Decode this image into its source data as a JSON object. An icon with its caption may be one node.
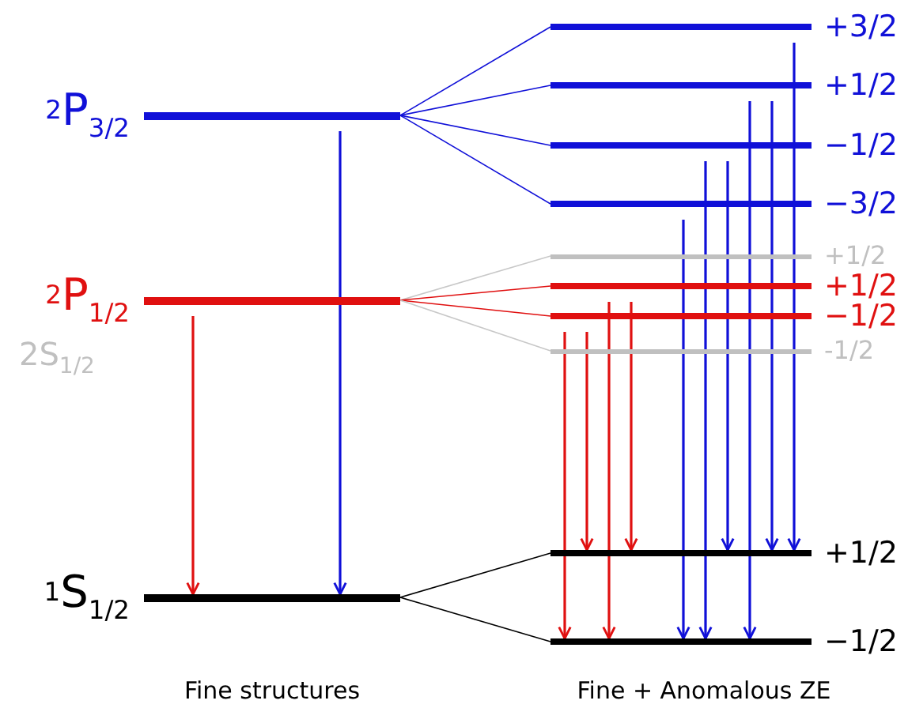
{
  "diagram": {
    "nodes": [
      {
        "text": [
          "$^{2}$P$_{3/2}$"
        ]
      },
      {
        "text": [
          "$^{2}$P$_{1/2}$"
        ],
        "beside": [
          "2S$_{1/2}$"
        ]
      },
      {
        "text": [
          "$^{1}$S$_{1/2}$"
        ]
      },
      {
        "text": [
          "+3/2"
        ]
      },
      {
        "text": [
          "+1/2"
        ]
      },
      {
        "text": [
          "−1/2"
        ]
      },
      {
        "text": [
          "−3/2"
        ]
      },
      {
        "text": [
          "+1/2"
        ]
      },
      {
        "text": [
          "+1/2"
        ]
      },
      {
        "text": [
          "−1/2"
        ]
      },
      {
        "text": [
          "-1/2"
        ]
      },
      {
        "text": [
          "+1/2"
        ]
      },
      {
        "text": [
          "−1/2"
        ]
      }
    ],
    "edges": [
      {
        "from": 0,
        "to": 3,
        "arrow": "none"
      },
      {
        "from": 0,
        "to": 4,
        "arrow": "none"
      },
      {
        "from": 0,
        "to": 5,
        "arrow": "none"
      },
      {
        "from": 0,
        "to": 6,
        "arrow": "none"
      },
      {
        "from": 1,
        "to": 7,
        "arrow": "none",
        "color": "#c8c8c8"
      },
      {
        "from": 1,
        "to": 8,
        "arrow": "none",
        "color": "#e01010"
      },
      {
        "from": 1,
        "to": 9,
        "arrow": "none",
        "color": "#e01010"
      },
      {
        "from": 1,
        "to": 10,
        "arrow": "none",
        "color": "#c8c8c8"
      },
      {
        "from": 2,
        "to": 11,
        "arrow": "none",
        "color": "#000000"
      },
      {
        "from": 2,
        "to": 12,
        "arrow": "none",
        "color": "#000000"
      },
      {
        "from": 1,
        "to": 2,
        "arrow": "to",
        "color": "#e01010"
      },
      {
        "from": 0,
        "to": 2,
        "arrow": "to"
      },
      {
        "from": 9,
        "to": 12,
        "arrow": "to",
        "color": "#e01010"
      },
      {
        "from": 9,
        "to": 11,
        "arrow": "to",
        "color": "#e01010"
      },
      {
        "from": 8,
        "to": 12,
        "arrow": "to",
        "color": "#e01010"
      },
      {
        "from": 8,
        "to": 11,
        "arrow": "to",
        "color": "#e01010"
      },
      {
        "from": 6,
        "to": 12,
        "arrow": "to"
      },
      {
        "from": 5,
        "to": 12,
        "arrow": "to"
      },
      {
        "from": 5,
        "to": 11,
        "arrow": "to"
      },
      {
        "from": 4,
        "to": 12,
        "arrow": "to"
      },
      {
        "from": 4,
        "to": 11,
        "arrow": "to"
      },
      {
        "from": 3,
        "to": 11,
        "arrow": "to"
      }
    ],
    "labels": [
      "Fine structures",
      "Fine + Anomalous ZE"
    ]
  }
}
